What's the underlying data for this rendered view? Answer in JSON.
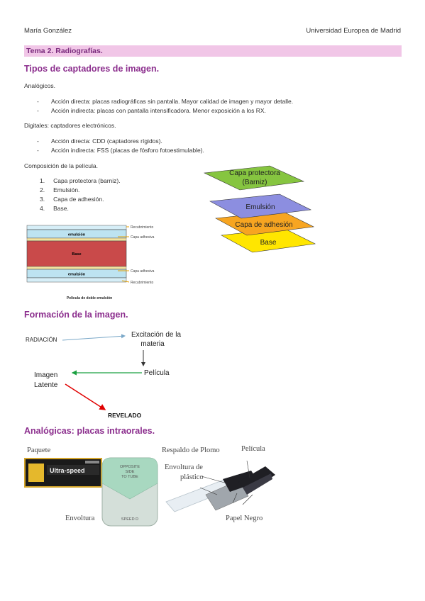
{
  "header": {
    "author": "María González",
    "university": "Universidad Europea de Madrid"
  },
  "topic_title": "Tema 2. Radiografías.",
  "sections": {
    "tipos": {
      "heading": "Tipos de captadores de imagen.",
      "analog_label": "Analógicos.",
      "analog_items": [
        "Acción directa: placas radiográficas sin pantalla. Mayor calidad de imagen y mayor detalle.",
        "Acción indirecta: placas con pantalla intensificadora. Menor exposición a los RX."
      ],
      "digital_label": "Digitales: captadores electrónicos.",
      "digital_items": [
        "Acción directa: CDD (captadores rígidos).",
        "Acción indirecta: FSS (placas de fósforo fotoestimulable)."
      ],
      "composition_label": "Composición de la película.",
      "composition_items": [
        "Capa protectora (barniz).",
        "Emulsión.",
        "Capa de adhesión.",
        "Base."
      ]
    },
    "film_diagram": {
      "emulsion_top": "emulsión",
      "base": "Base",
      "emulsion_bottom": "emulsión",
      "labels": [
        "Recubrimiento",
        "Capa adhesiva",
        "Capa adhesiva",
        "Recubrimiento"
      ],
      "caption": "Película de doble emulsión"
    },
    "layers_diagram": {
      "layers": [
        "Capa protectora",
        "(Barniz)",
        "Emulsión",
        "Capa de adhesión",
        "Base"
      ],
      "colors": [
        "#86c540",
        "#8c8ee0",
        "#f7a521",
        "#ffe600"
      ]
    },
    "formacion": {
      "heading": "Formación de la imagen.",
      "radiacion": "RADIACIÓN",
      "excitacion_1": "Excitación de la",
      "excitacion_2": "materia",
      "pelicula": "Película",
      "imagen_1": "Imagen",
      "imagen_2": "Latente",
      "revelado": "REVELADO"
    },
    "intraorales": {
      "heading": "Analógicas: placas intraorales.",
      "paquete": "Paquete",
      "brand": "Ultra-speed",
      "envoltura": "Envoltura",
      "packet_text_1": "OPPOSITE",
      "packet_text_2": "SIDE",
      "packet_text_3": "TO TUBE",
      "speed": "SPEED D",
      "respaldo": "Respaldo de Plomo",
      "pelicula": "Película",
      "envoltura_plastico_1": "Envoltura de",
      "envoltura_plastico_2": "plástico",
      "papel": "Papel Negro"
    }
  }
}
